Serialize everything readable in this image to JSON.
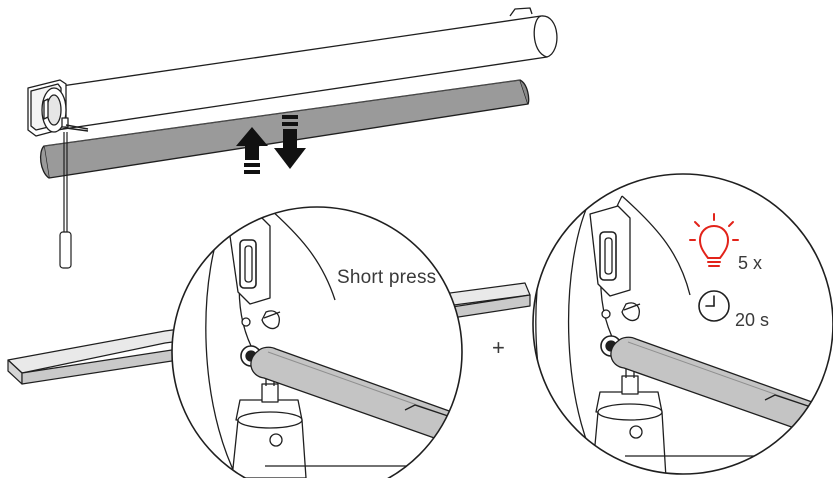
{
  "labels": {
    "short_press": "Short press",
    "plus": "+",
    "blink_count": "5 x",
    "hold_time": "20 s"
  },
  "colors": {
    "line": "#1f1f1f",
    "shade_fabric": "#9a9a9a",
    "wall_board": "#c9c9c9",
    "rod": "#c4c4c4",
    "indicator_red": "#e2231a"
  },
  "icons": {
    "direction": "up-down-arrows-icon",
    "led": "lightbulb-icon",
    "timer": "clock-icon"
  }
}
